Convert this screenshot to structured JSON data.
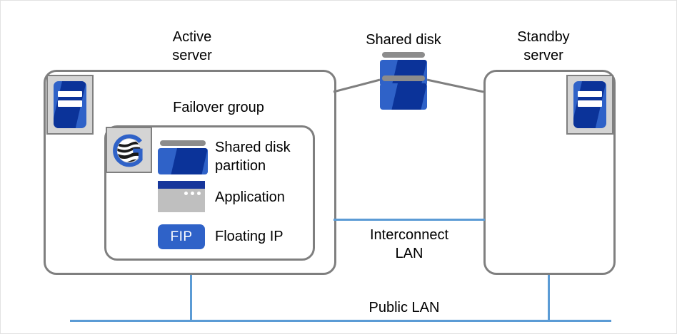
{
  "diagram": {
    "title_active_server": "Active\nserver",
    "title_shared_disk": "Shared disk",
    "title_standby_server": "Standby\nserver",
    "title_failover_group": "Failover group",
    "label_interconnect_lan": "Interconnect\nLAN",
    "label_public_lan": "Public  LAN"
  },
  "resources": [
    {
      "icon": "shared-disk-partition-icon",
      "label": "Shared disk\npartition"
    },
    {
      "icon": "application-window-icon",
      "label": "Application"
    },
    {
      "icon": "floating-ip-chip-icon",
      "label": "Floating IP",
      "chip_text": "FIP"
    }
  ],
  "icons": {
    "active_server_icon": "server-icon",
    "standby_server_icon": "server-icon",
    "shared_disk_icon_top": "disk-icon",
    "shared_disk_icon_bottom": "disk-icon",
    "cluster_logo": "expresscluster-g-logo-icon"
  },
  "colors": {
    "blue_light": "#2f62c8",
    "blue_dark": "#0b3399",
    "lan_blue": "#5b9bd5",
    "frame_gray": "#7f7f7f",
    "tile_gray": "#d4d4d4",
    "app_gray": "#bfbfbf",
    "disk_cap_gray": "#8c8c8c",
    "titlebar_blue": "#17369b",
    "text": "#000000"
  }
}
